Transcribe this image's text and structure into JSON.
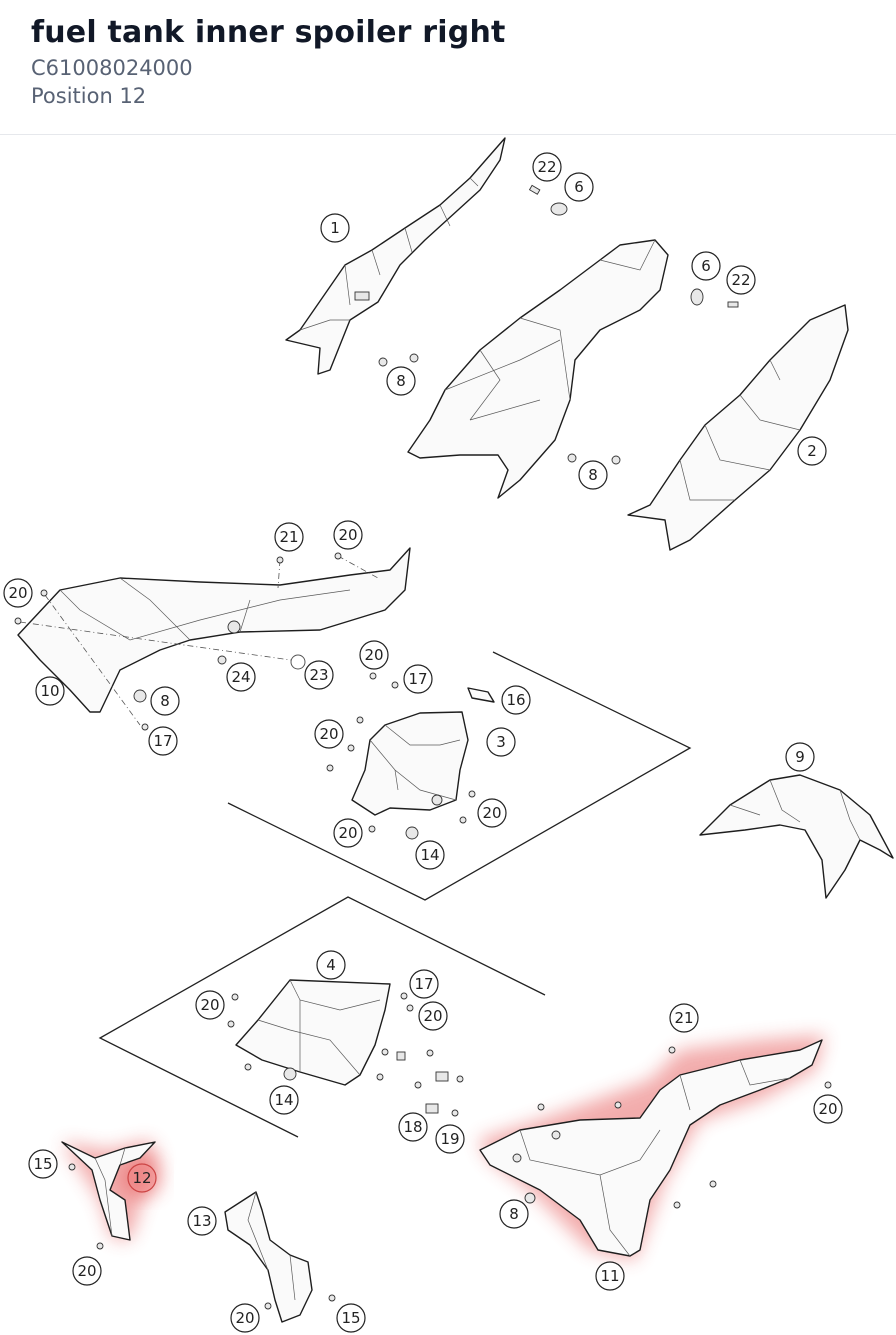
{
  "header": {
    "title": "fuel tank inner spoiler right",
    "part_number": "C61008024000",
    "position": "Position 12"
  },
  "diagram": {
    "highlight_color": "#e34848",
    "highlighted_callout": "12",
    "callouts": {
      "c1": "1",
      "c2": "2",
      "c3": "3",
      "c4": "4",
      "c6a": "6",
      "c6b": "6",
      "c22a": "22",
      "c22b": "22",
      "c8a": "8",
      "c8b": "8",
      "c8c": "8",
      "c8d": "8",
      "c9": "9",
      "c10": "10",
      "c11": "11",
      "c12": "12",
      "c13": "13",
      "c14a": "14",
      "c14b": "14",
      "c15a": "15",
      "c15b": "15",
      "c16": "16",
      "c17a": "17",
      "c17b": "17",
      "c17c": "17",
      "c18": "18",
      "c19": "19",
      "c20a": "20",
      "c20b": "20",
      "c20c": "20",
      "c20d": "20",
      "c20e": "20",
      "c20f": "20",
      "c20g": "20",
      "c20h": "20",
      "c20i": "20",
      "c20j": "20",
      "c20k": "20",
      "c21a": "21",
      "c21b": "21",
      "c23": "23",
      "c24": "24"
    }
  }
}
